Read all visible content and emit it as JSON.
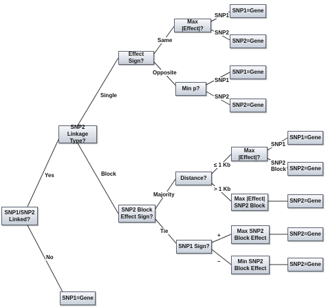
{
  "nodes": {
    "root": "SNP1/SNP2 Linked?",
    "linkage_type": "SNP2 Linkage Type?",
    "no_gene": "SNP1=Gene",
    "effect_sign": "Effect Sign?",
    "block_effect_sign": "SNP2 Block Effect Sign?",
    "max_effect": "Max |Effect|?",
    "min_p": "Min p?",
    "same_snp1_gene": "SNP1=Gene",
    "same_snp2_gene": "SNP2=Gene",
    "opp_snp1_gene": "SNP1=Gene",
    "opp_snp2_gene": "SNP2=Gene",
    "distance": "Distance?",
    "snp1_sign": "SNP1 Sign?",
    "max_effect_block": "Max |Effect|?",
    "max_effect_snp2_block": "Max |Effect| SNP2 Block",
    "max_snp2_block_effect": "Max SNP2 Block Effect",
    "min_snp2_block_effect": "Min SNP2 Block Effect",
    "blk_snp1_gene": "SNP1=Gene",
    "blk_snp2_gene": "SNP2=Gene",
    "gt1kb_snp2_gene": "SNP2=Gene",
    "plus_snp2_gene": "SNP2=Gene",
    "minus_snp2_gene": "SNP2=Gene"
  },
  "labels": {
    "yes": "Yes",
    "no": "No",
    "single": "Single",
    "block": "Block",
    "same": "Same",
    "opposite": "Opposite",
    "majority": "Majority",
    "tie": "Tie",
    "same_snp1": "SNP1",
    "same_snp2": "SNP2",
    "opp_snp1": "SNP1",
    "opp_snp2": "SNP2",
    "le_1kb": "≤ 1 Kb",
    "gt_1kb": "> 1 Kb",
    "blk_snp1": "SNP1",
    "blk_snp2_block": "SNP2 Block",
    "plus": "+",
    "minus": "–"
  }
}
